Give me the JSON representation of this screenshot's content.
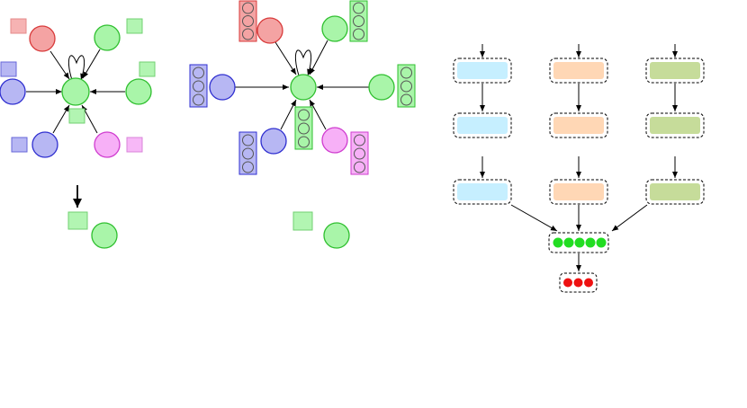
{
  "colors": {
    "red_fill": "#f4a3a3",
    "red_stroke": "#d83a3a",
    "red_sq_fill": "#f6b3b3",
    "red_sq_stroke": "#e58a8a",
    "blue_fill": "#b7b7f3",
    "blue_stroke": "#2f2fd0",
    "blue_sq_fill": "#b7b7f3",
    "blue_sq_stroke": "#6767d8",
    "green_fill": "#a9f5a9",
    "green_stroke": "#2fbf2f",
    "green_sq_fill": "#b2f5b2",
    "green_sq_stroke": "#72d072",
    "pink_fill": "#f7b0f7",
    "pink_stroke": "#cf3ccf",
    "pink_sq_fill": "#f7b8f7",
    "pink_sq_stroke": "#d885d8",
    "cyan_block": "#c6efff",
    "orange_block": "#ffd7b5",
    "olive_block": "#c6dc9a",
    "vec_green": "#22dd22",
    "vec_red": "#ee1111"
  },
  "left_graph": {
    "center": "green",
    "neighbors": [
      {
        "color": "red",
        "has_feature": true
      },
      {
        "color": "green",
        "has_feature": true
      },
      {
        "color": "blue",
        "has_feature": true
      },
      {
        "color": "green",
        "has_feature": true
      },
      {
        "color": "blue",
        "has_feature": true
      },
      {
        "color": "pink",
        "has_feature": true
      },
      {
        "color": "green",
        "has_feature": true
      }
    ],
    "self_loop": true
  },
  "middle_graph": {
    "center": "green",
    "neighbors": [
      {
        "color": "red",
        "feature_len": 3
      },
      {
        "color": "green",
        "feature_len": 3
      },
      {
        "color": "blue",
        "feature_len": 3
      },
      {
        "color": "green",
        "feature_len": 3
      },
      {
        "color": "blue",
        "feature_len": 3
      },
      {
        "color": "pink",
        "feature_len": 3
      },
      {
        "color": "green",
        "feature_len": 3
      }
    ],
    "self_loop": true
  },
  "pipeline": {
    "columns": [
      "cyan",
      "orange",
      "olive"
    ],
    "rows": 3,
    "aggregate_dots": 5,
    "output_dots": 3
  }
}
